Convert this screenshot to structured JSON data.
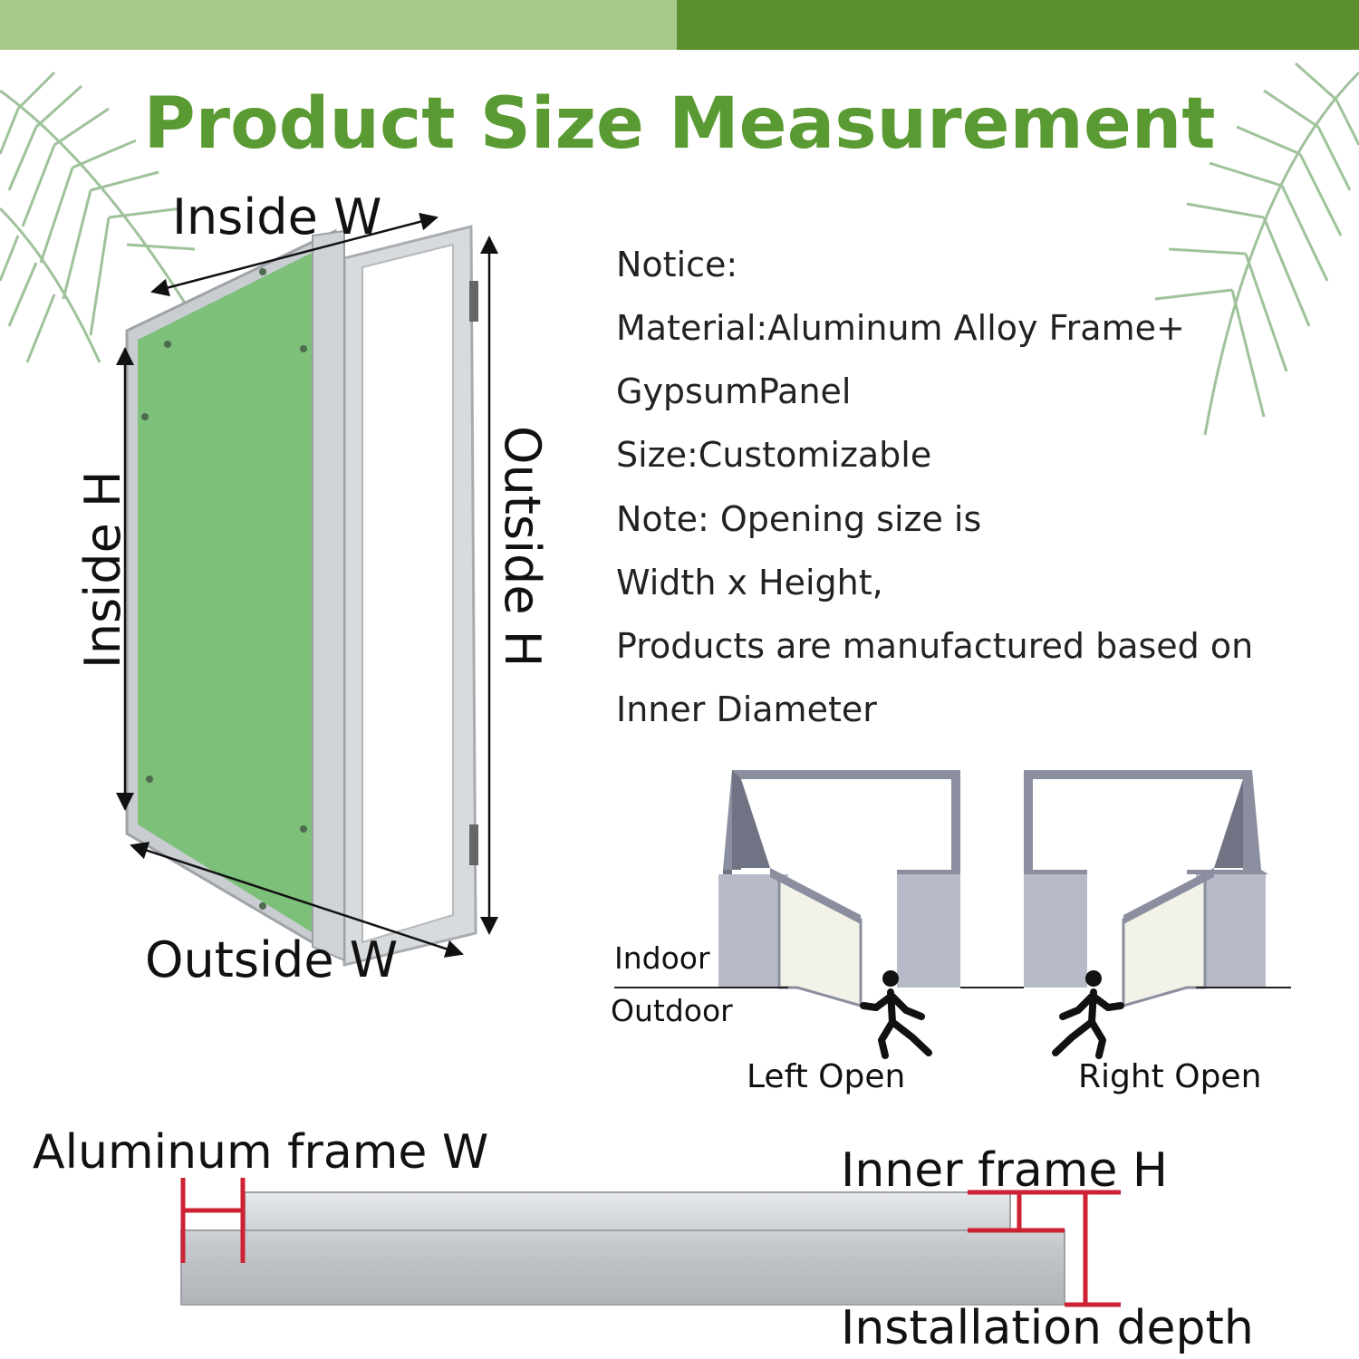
{
  "colors": {
    "top_bar_light": "#a9c98a",
    "top_bar_dark": "#5a8f2e",
    "title_green": "#5a9a32",
    "panel_green": "#7cc07a",
    "aluminum": "#c9cdd2",
    "door_gray": "#8a8e9e",
    "measure_red": "#cc2233"
  },
  "title": "Product Size Measurement",
  "panel_labels": {
    "inside_w": "Inside W",
    "inside_h": "Inside H",
    "outside_h": "Outside H",
    "outside_w": "Outside W"
  },
  "notice": {
    "heading": "Notice:",
    "material_line1": "Material:Aluminum Alloy Frame+",
    "material_line2": "GypsumPanel",
    "size": "Size:Customizable",
    "note_line1": "Note: Opening size is",
    "note_line2": "Width x Height,",
    "note_line3": "Products are manufactured based on",
    "note_line4": "Inner Diameter"
  },
  "door_diagram": {
    "indoor": "Indoor",
    "outdoor": "Outdoor",
    "left_open": "Left Open",
    "right_open": "Right Open",
    "person_icon": "walking-person-icon"
  },
  "frame_profile": {
    "aluminum_frame_w": "Aluminum frame W",
    "inner_frame_h": "Inner frame H",
    "installation_depth": "Installation depth"
  }
}
